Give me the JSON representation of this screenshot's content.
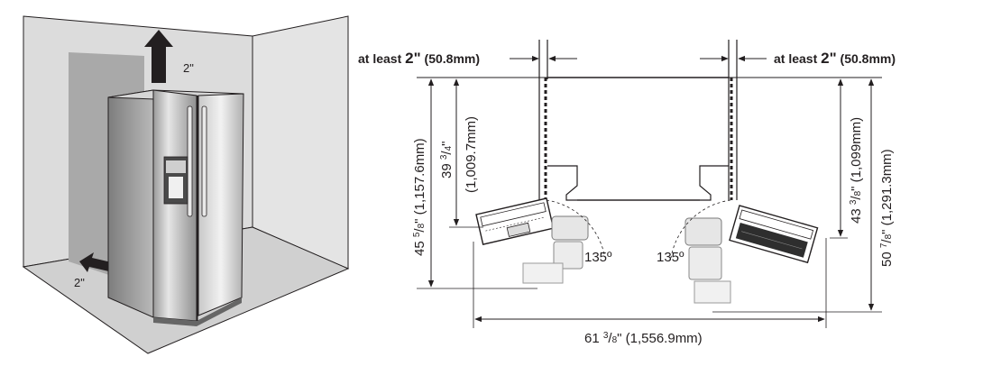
{
  "left_figure": {
    "clearance_top": "2\"",
    "clearance_rear": "2\""
  },
  "right_figure": {
    "clearance_left": {
      "prefix": "at least ",
      "big": "2\"",
      "suffix": " (50.8mm)"
    },
    "clearance_right": {
      "prefix": "at least ",
      "big": "2\"",
      "suffix": " (50.8mm)"
    },
    "dim_left_outer": {
      "whole": "45 ",
      "num": "5",
      "den": "8",
      "tail": "\" (1,157.6mm)"
    },
    "dim_left_inner_frac": {
      "whole": "39 ",
      "num": "3",
      "den": "4",
      "tail": "\""
    },
    "dim_left_inner_mm": "(1,009.7mm)",
    "dim_right_inner": {
      "whole": "43 ",
      "num": "3",
      "den": "8",
      "tail": "\" (1,099mm)"
    },
    "dim_right_outer": {
      "whole": "50 ",
      "num": "7",
      "den": "8",
      "tail": "\" (1,291.3mm)"
    },
    "dim_bottom": {
      "whole": "61 ",
      "num": "3",
      "den": "8",
      "tail": "\" (1,556.9mm)"
    },
    "angle_left": "135º",
    "angle_right": "135º"
  }
}
